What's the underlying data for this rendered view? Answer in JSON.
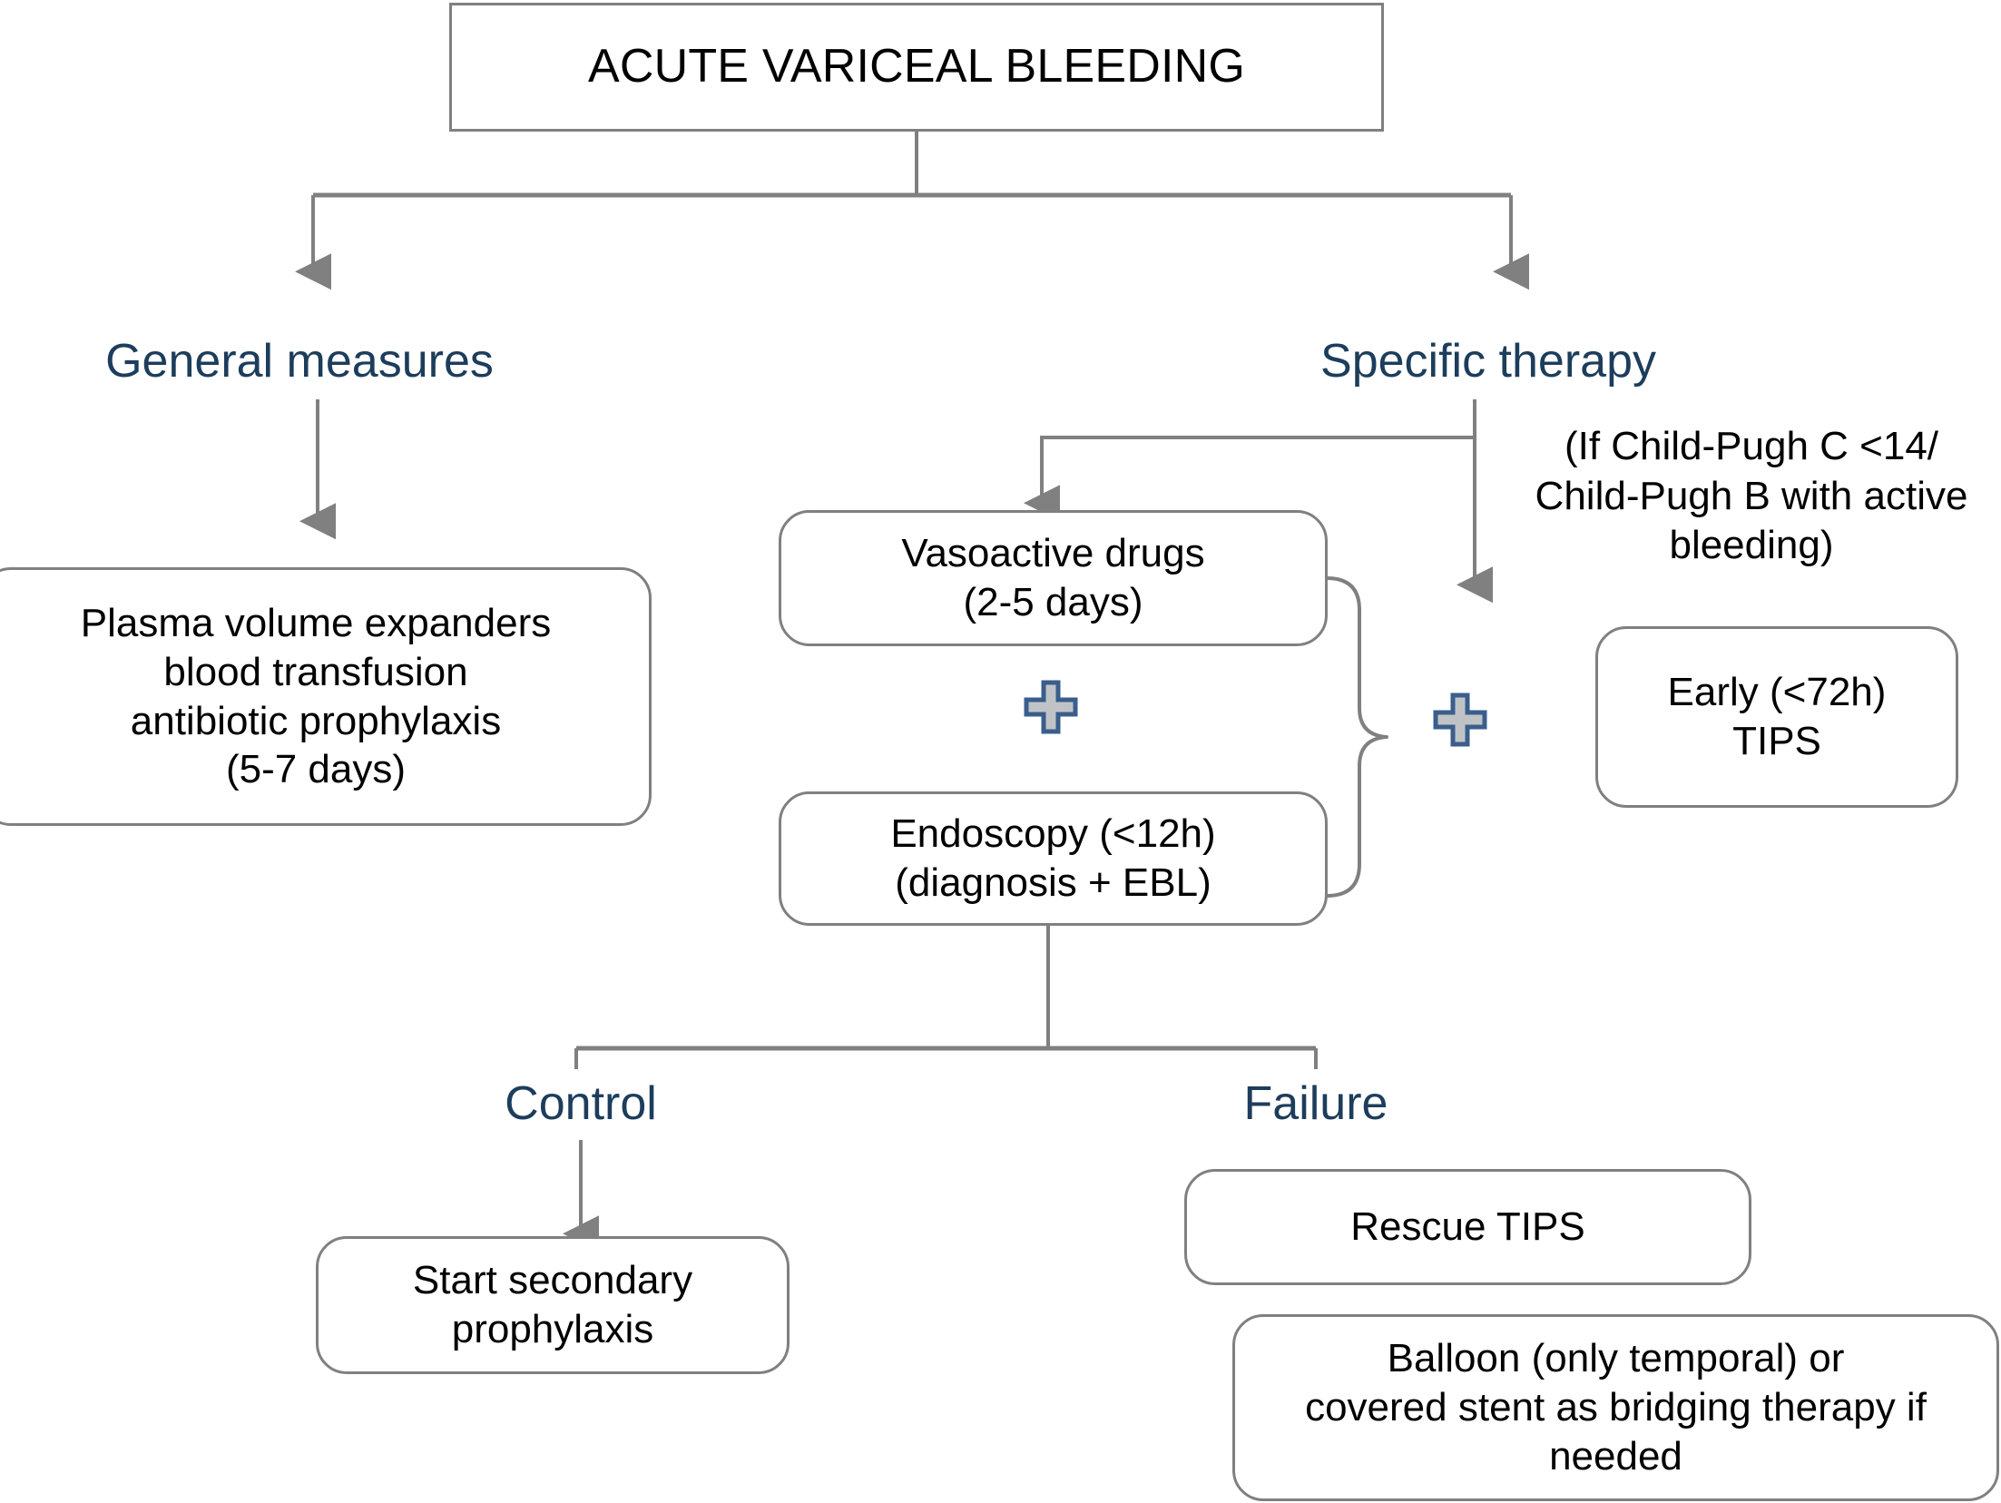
{
  "diagram": {
    "title": "ACUTE VARICEAL BLEEDING",
    "palette": {
      "edge": "#808080",
      "stage_label": "#1d3d5c",
      "plus_fill": "#c0c3c6",
      "plus_stroke": "#3a5e8c",
      "box_border": "#808080",
      "text": "#000000",
      "background": "#ffffff"
    },
    "nodes": {
      "root": "ACUTE VARICEAL BLEEDING",
      "general_measures": "General measures",
      "specific_therapy": "Specific therapy",
      "plasma": "Plasma volume expanders\nblood transfusion\nantibiotic prophylaxis\n(5-7 days)",
      "vasoactive": "Vasoactive drugs\n(2-5 days)",
      "endoscopy": "Endoscopy (<12h)\n(diagnosis + EBL)",
      "child_pugh_note": "(If Child-Pugh C <14/\nChild-Pugh B with active\nbleeding)",
      "early_tips": "Early (<72h)\nTIPS",
      "control": "Control",
      "failure": "Failure",
      "secondary_prophylaxis": "Start secondary\nprophylaxis",
      "rescue_tips": "Rescue TIPS",
      "balloon": "Balloon (only temporal) or\ncovered stent as bridging therapy if\nneeded"
    },
    "icons": {
      "plus_combine_drugs_endoscopy": "plus-icon",
      "plus_combine_specific_tips": "plus-icon"
    },
    "edges": [
      {
        "from": "root",
        "to": "general_measures",
        "kind": "split-arrow"
      },
      {
        "from": "root",
        "to": "specific_therapy",
        "kind": "split-arrow"
      },
      {
        "from": "general_measures",
        "to": "plasma",
        "kind": "arrow"
      },
      {
        "from": "specific_therapy",
        "to": "vasoactive",
        "kind": "elbow-arrow"
      },
      {
        "from": "specific_therapy",
        "to": "early_tips",
        "kind": "arrow"
      },
      {
        "from": "vasoactive",
        "to": "endoscopy",
        "kind": "brace"
      },
      {
        "from": "endoscopy",
        "to": "control",
        "kind": "split-arrow"
      },
      {
        "from": "endoscopy",
        "to": "failure",
        "kind": "split-arrow"
      },
      {
        "from": "control",
        "to": "secondary_prophylaxis",
        "kind": "arrow"
      }
    ]
  }
}
